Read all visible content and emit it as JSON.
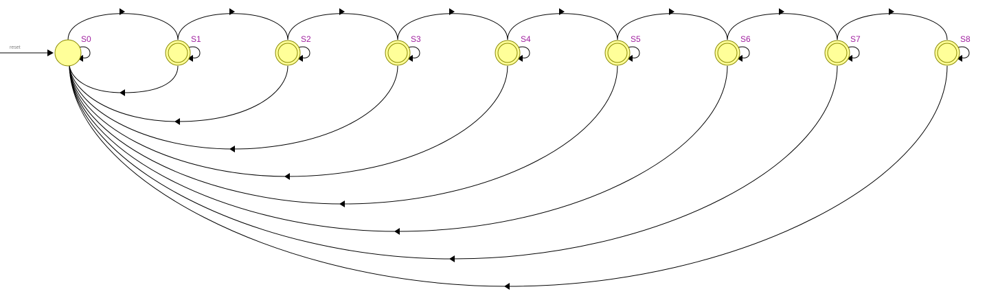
{
  "diagram": {
    "reset_label": "reset",
    "initial_state": "S0",
    "colors": {
      "state_fill": "#ffff99",
      "state_stroke": "#8a8a00",
      "label": "#a020a0",
      "edge": "#000000",
      "reset_arrow": "#000000"
    },
    "states": [
      {
        "id": "S0",
        "label": "S0",
        "accepting": false
      },
      {
        "id": "S1",
        "label": "S1",
        "accepting": true
      },
      {
        "id": "S2",
        "label": "S2",
        "accepting": true
      },
      {
        "id": "S3",
        "label": "S3",
        "accepting": true
      },
      {
        "id": "S4",
        "label": "S4",
        "accepting": true
      },
      {
        "id": "S5",
        "label": "S5",
        "accepting": true
      },
      {
        "id": "S6",
        "label": "S6",
        "accepting": true
      },
      {
        "id": "S7",
        "label": "S7",
        "accepting": true
      },
      {
        "id": "S8",
        "label": "S8",
        "accepting": true
      }
    ],
    "self_loops": [
      "S0",
      "S1",
      "S2",
      "S3",
      "S4",
      "S5",
      "S6",
      "S7",
      "S8"
    ],
    "forward_transitions": [
      {
        "from": "S0",
        "to": "S1"
      },
      {
        "from": "S1",
        "to": "S2"
      },
      {
        "from": "S2",
        "to": "S3"
      },
      {
        "from": "S3",
        "to": "S4"
      },
      {
        "from": "S4",
        "to": "S5"
      },
      {
        "from": "S5",
        "to": "S6"
      },
      {
        "from": "S6",
        "to": "S7"
      },
      {
        "from": "S7",
        "to": "S8"
      }
    ],
    "return_transitions": [
      {
        "from": "S1",
        "to": "S0"
      },
      {
        "from": "S2",
        "to": "S0"
      },
      {
        "from": "S3",
        "to": "S0"
      },
      {
        "from": "S4",
        "to": "S0"
      },
      {
        "from": "S5",
        "to": "S0"
      },
      {
        "from": "S6",
        "to": "S0"
      },
      {
        "from": "S7",
        "to": "S0"
      },
      {
        "from": "S8",
        "to": "S0"
      }
    ]
  }
}
